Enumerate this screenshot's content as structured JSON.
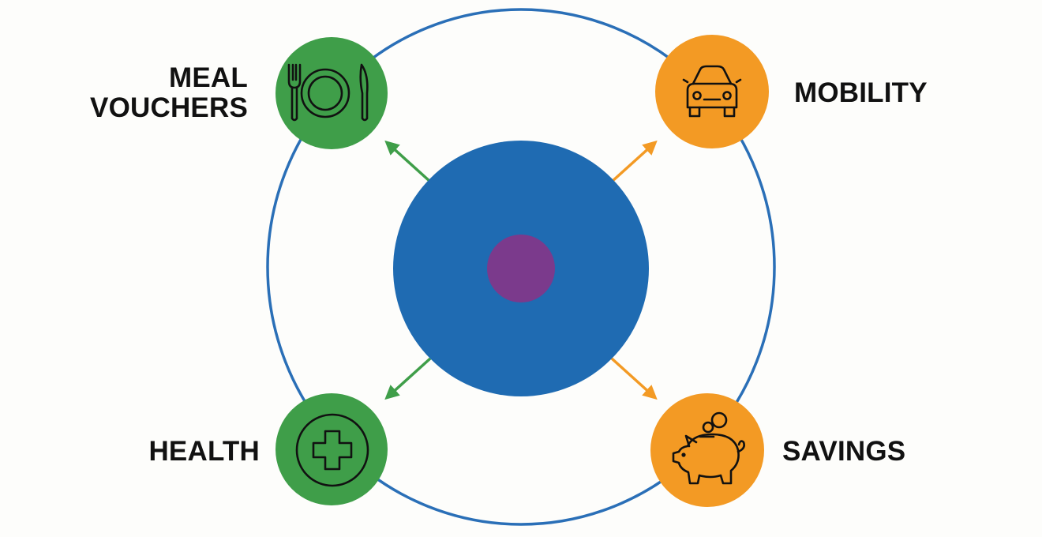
{
  "nodes": {
    "meal_vouchers": {
      "label_lines": [
        "MEAL",
        "VOUCHERS"
      ],
      "icon": "fork-plate-knife-icon",
      "color": "#3f9e49"
    },
    "mobility": {
      "label_lines": [
        "MOBILITY"
      ],
      "icon": "car-icon",
      "color": "#f39a24"
    },
    "health": {
      "label_lines": [
        "HEALTH"
      ],
      "icon": "medical-cross-icon",
      "color": "#3f9e49"
    },
    "savings": {
      "label_lines": [
        "SAVINGS"
      ],
      "icon": "piggy-bank-icon",
      "color": "#f39a24"
    }
  },
  "colors": {
    "ring": "#2a6fb7",
    "hub": "#1f6bb2",
    "core": "#7b3a8c",
    "green_arrow": "#3f9e49",
    "orange_arrow": "#f39a24",
    "icon_stroke": "#111111",
    "background": "#fdfdfb"
  }
}
